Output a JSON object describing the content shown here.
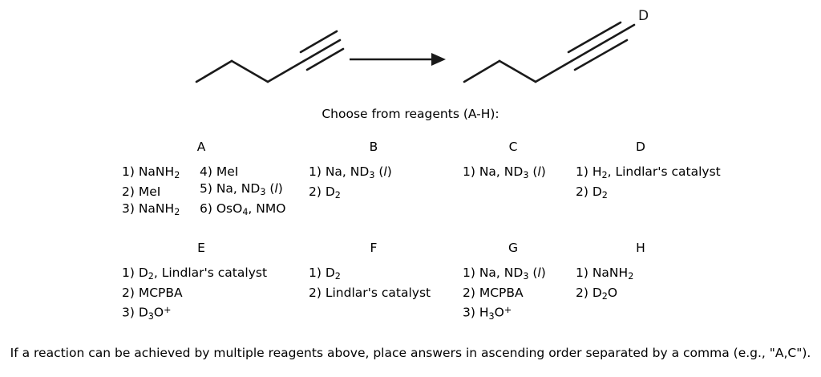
{
  "reaction": {
    "reactant_name": "hex-1-yne-skeletal",
    "product_name": "1-deuterio-hex-1-yne-skeletal",
    "product_atom_label": "D",
    "arrow_name": "reaction-arrow"
  },
  "prompts": {
    "choose": "Choose from reagents (A-H):",
    "answer_format": "If a reaction can be achieved by multiple reagents above, place answers in ascending order separated by a comma (e.g., \"A,C\")."
  },
  "reagent_options": [
    {
      "letter": "A",
      "lines": [
        "1) NaNH₂",
        "2) MeI",
        "3) NaNH₂"
      ],
      "lines_secondary": [
        "4) MeI",
        "5) Na, ND₃ (l)",
        "6) OsO₄, NMO"
      ]
    },
    {
      "letter": "B",
      "lines": [
        "1) Na, ND₃ (l)",
        "2) D₂"
      ]
    },
    {
      "letter": "C",
      "lines": [
        "1) Na, ND₃ (l)"
      ]
    },
    {
      "letter": "D",
      "lines": [
        "1) H₂, Lindlar's catalyst",
        "2) D₂"
      ]
    },
    {
      "letter": "E",
      "lines": [
        "1) D₂, Lindlar's catalyst",
        "2) MCPBA",
        "3) D₃O+"
      ]
    },
    {
      "letter": "F",
      "lines": [
        "1) D₂",
        "2) Lindlar's catalyst"
      ]
    },
    {
      "letter": "G",
      "lines": [
        "1) Na, ND₃ (l)",
        "2) MCPBA",
        "3) H₃O+"
      ]
    },
    {
      "letter": "H",
      "lines": [
        "1) NaNH₂",
        "2) D₂O"
      ]
    }
  ],
  "colors": {
    "text": "#000000",
    "structure_stroke": "#1a1a1a",
    "background": "#ffffff"
  }
}
